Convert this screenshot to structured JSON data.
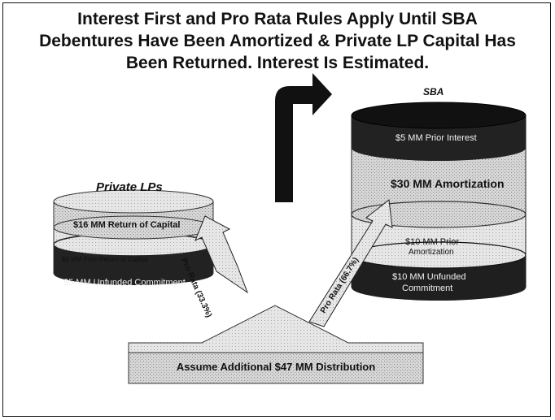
{
  "title": {
    "line1": "Interest First and Pro Rata Rules Apply Until SBA",
    "line2": "Debentures Have Been Amortized & Private LP Capital Has",
    "line3": "Been Returned.  Interest Is Estimated."
  },
  "private_lps": {
    "heading": "Private LPs",
    "return_of_capital": "$16 MM Return of Capital",
    "prior_return": "$5 MM Prior Return of Capital",
    "unfunded": "$5 MM Unfunded Commitment"
  },
  "sba": {
    "heading": "SBA",
    "prior_interest": "$5 MM Prior Interest",
    "amortization": "$30 MM Amortization",
    "prior_amortization_1": "$10 MM Prior",
    "prior_amortization_2": "Amortization",
    "unfunded_1": "$10 MM Unfunded",
    "unfunded_2": "Commitment"
  },
  "arrows": {
    "left_pro_rata": "Pro Rata (33.3%)",
    "right_pro_rata": "Pro Rata (66.7%)"
  },
  "distribution": {
    "label": "Assume Additional $47 MM Distribution"
  }
}
